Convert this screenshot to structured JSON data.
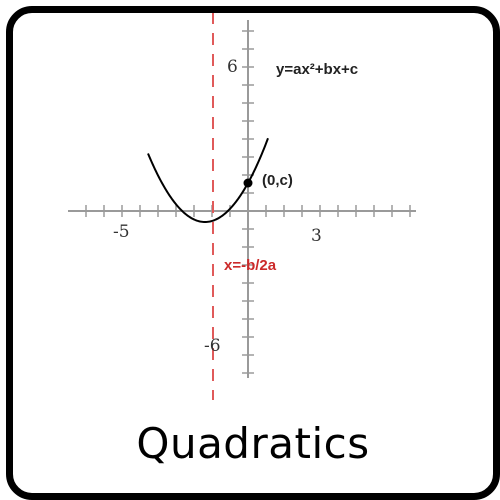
{
  "card": {
    "title": "Quadratics"
  },
  "graph": {
    "equation_label": "y=ax²+bx+c",
    "point_label": "(0,c)",
    "axis_of_symmetry_label": "x=-b/2a",
    "tick_labels": {
      "x_neg": "-5",
      "x_pos": "3",
      "y_pos": "6",
      "y_neg": "-6"
    },
    "colors": {
      "curve": "#000000",
      "axes": "#888888",
      "symmetry_line": "#e05a5a",
      "symmetry_label": "#cc2a2a"
    }
  }
}
